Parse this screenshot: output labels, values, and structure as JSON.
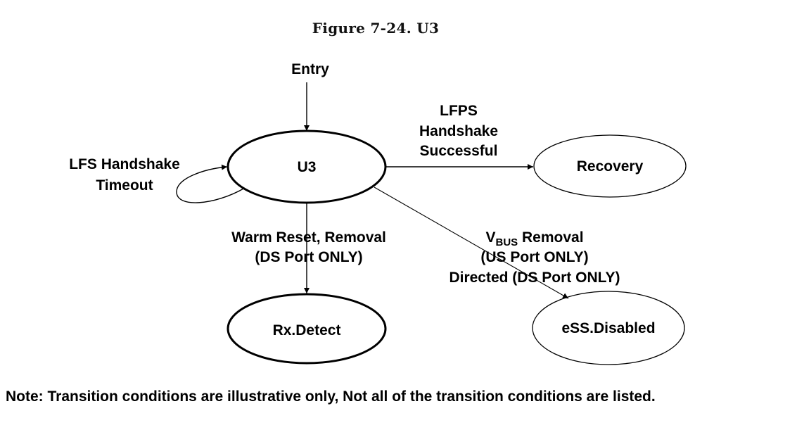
{
  "figure": {
    "title": "Figure 7-24.  U3"
  },
  "states": {
    "u3": "U3",
    "recovery": "Recovery",
    "rx_detect": "Rx.Detect",
    "ess_disabled": "eSS.Disabled"
  },
  "transitions": {
    "entry": "Entry",
    "lfps_line1": "LFPS",
    "lfps_line2": "Handshake",
    "lfps_line3": "Successful",
    "timeout_line1": "LFS Handshake",
    "timeout_line2": "Timeout",
    "warm_line1": "Warm Reset, Removal",
    "warm_line2": "(DS Port ONLY)",
    "vbus_v": "V",
    "vbus_sub": "BUS",
    "vbus_rest": " Removal",
    "vbus_line2": "(US Port ONLY)",
    "vbus_line3": "Directed (DS Port ONLY)"
  },
  "note": "Note: Transition conditions are illustrative only, Not all of the transition conditions are listed."
}
